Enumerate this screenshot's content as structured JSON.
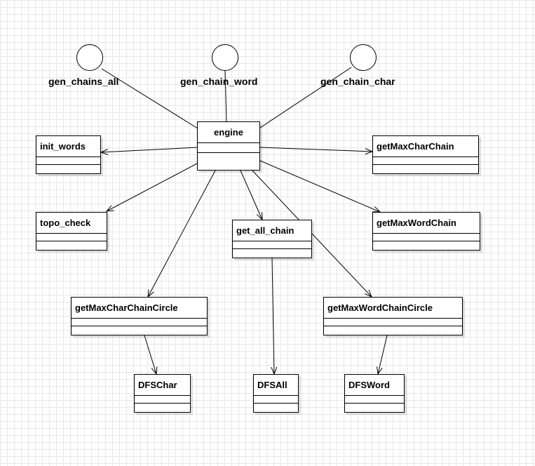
{
  "interfaces": {
    "gen_chains_all": "gen_chains_all",
    "gen_chain_word": "gen_chain_word",
    "gen_chain_char": "gen_chain_char"
  },
  "classes": {
    "engine": "engine",
    "init_words": "init_words",
    "topo_check": "topo_check",
    "get_all_chain": "get_all_chain",
    "getMaxCharChain": "getMaxCharChain",
    "getMaxWordChain": "getMaxWordChain",
    "getMaxCharChainCircle": "getMaxCharChainCircle",
    "getMaxWordChainCircle": "getMaxWordChainCircle",
    "DFSChar": "DFSChar",
    "DFSAll": "DFSAll",
    "DFSWord": "DFSWord"
  },
  "colors": {
    "line": "#000000",
    "grid": "#e8e8e8",
    "background": "#ffffff"
  }
}
